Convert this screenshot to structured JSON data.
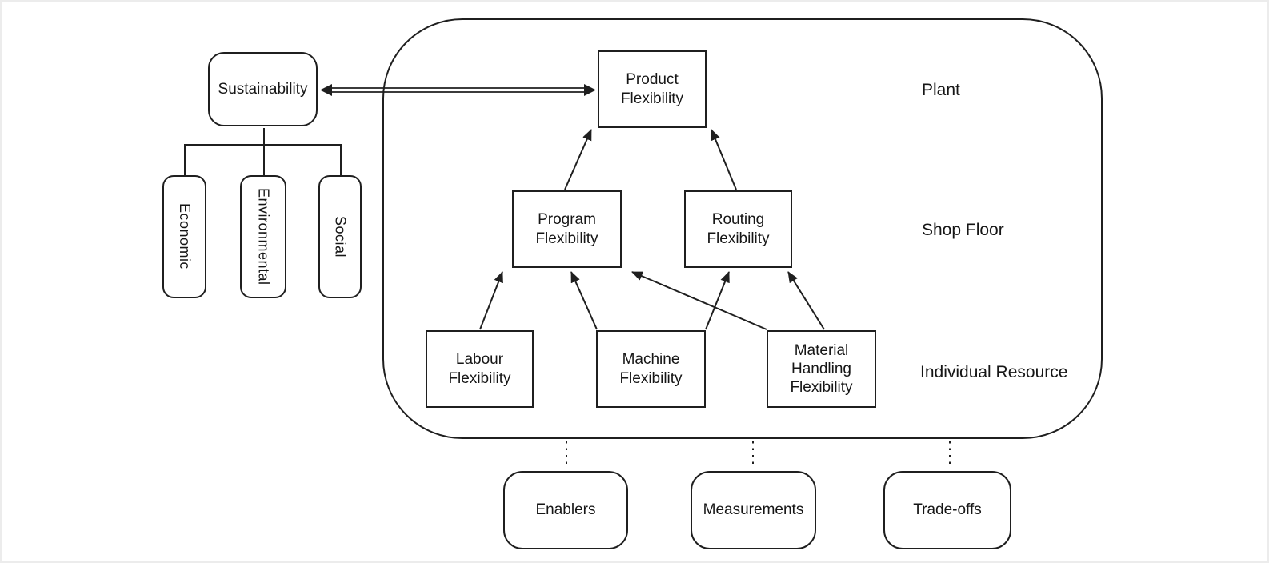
{
  "canvas": {
    "background": "#ffffff",
    "line_color": "#1f1f1f"
  },
  "sustainability_group": {
    "root": {
      "label": "Sustainability"
    },
    "children": [
      {
        "label": "Economic"
      },
      {
        "label": "Environmental"
      },
      {
        "label": "Social"
      }
    ]
  },
  "container": {
    "level_labels": [
      {
        "label": "Plant"
      },
      {
        "label": "Shop Floor"
      },
      {
        "label": "Individual Resource"
      }
    ],
    "nodes": {
      "product": {
        "label": "Product\nFlexibility"
      },
      "program": {
        "label": "Program\nFlexibility"
      },
      "routing": {
        "label": "Routing\nFlexibility"
      },
      "labour": {
        "label": "Labour\nFlexibility"
      },
      "machine": {
        "label": "Machine\nFlexibility"
      },
      "material_handling": {
        "label": "Material\nHandling\nFlexibility"
      }
    }
  },
  "bottom_row": [
    {
      "label": "Enablers"
    },
    {
      "label": "Measurements"
    },
    {
      "label": "Trade-offs"
    }
  ],
  "edges": [
    {
      "from": "sustainability",
      "to": "product",
      "style": "double-line",
      "direction": "both"
    },
    {
      "from": "program",
      "to": "product",
      "style": "arrow"
    },
    {
      "from": "routing",
      "to": "product",
      "style": "arrow"
    },
    {
      "from": "labour",
      "to": "program",
      "style": "arrow"
    },
    {
      "from": "machine",
      "to": "program",
      "style": "arrow"
    },
    {
      "from": "machine",
      "to": "routing",
      "style": "arrow"
    },
    {
      "from": "material_handling",
      "to": "program",
      "style": "arrow"
    },
    {
      "from": "material_handling",
      "to": "routing",
      "style": "arrow"
    },
    {
      "from": "sustainability",
      "to": "economic",
      "style": "line"
    },
    {
      "from": "sustainability",
      "to": "environmental",
      "style": "line"
    },
    {
      "from": "sustainability",
      "to": "social",
      "style": "line"
    },
    {
      "from": "flexibility-container",
      "to": "enablers",
      "style": "dotted"
    },
    {
      "from": "flexibility-container",
      "to": "measurements",
      "style": "dotted"
    },
    {
      "from": "flexibility-container",
      "to": "trade-offs",
      "style": "dotted"
    }
  ]
}
